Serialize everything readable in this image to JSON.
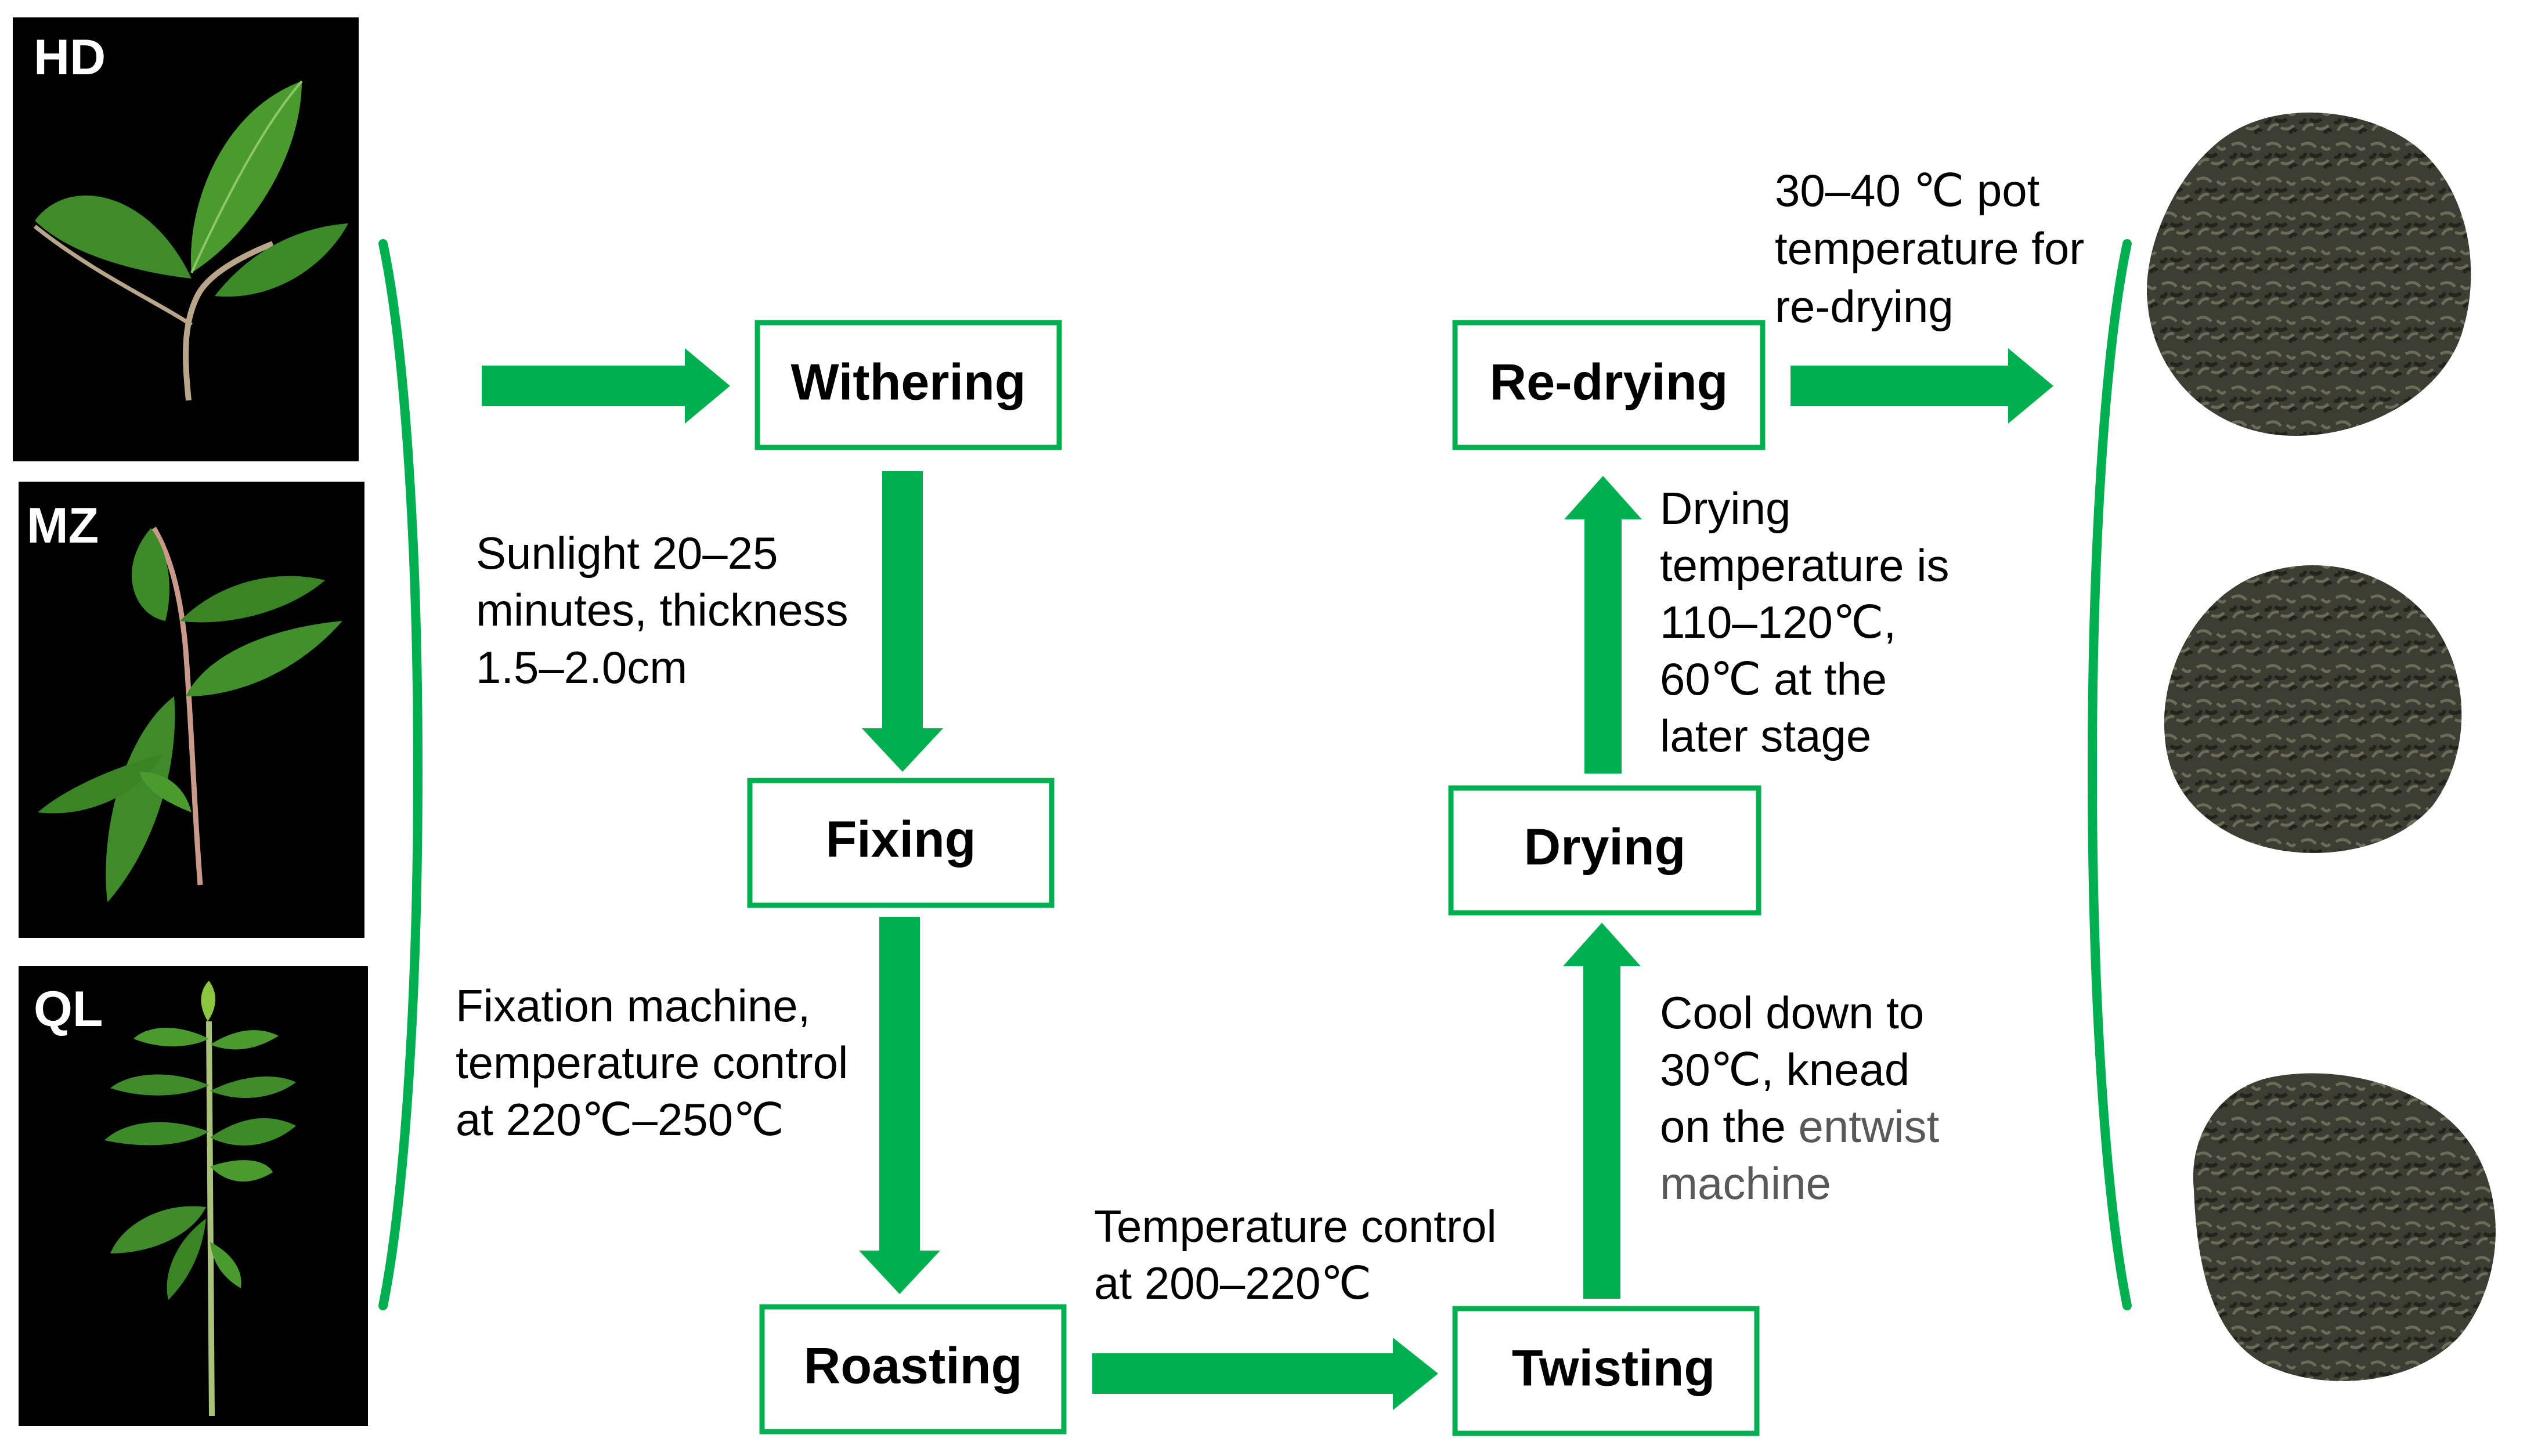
{
  "colors": {
    "accent": "#00b050",
    "photo_bg": "#000000",
    "leaf": "#3f8a2a",
    "tea": "#3a3a32"
  },
  "photos": [
    {
      "label": "HD"
    },
    {
      "label": "MZ"
    },
    {
      "label": "QL"
    }
  ],
  "steps": {
    "withering": "Withering",
    "fixing": "Fixing",
    "roasting": "Roasting",
    "twisting": "Twisting",
    "drying": "Drying",
    "redrying": "Re-drying"
  },
  "notes": {
    "withering_fixing": [
      "Sunlight 20–25",
      "minutes, thickness",
      "1.5–2.0cm"
    ],
    "fixing_roasting": [
      "Fixation machine,",
      "temperature control",
      "at 220℃–250℃"
    ],
    "roasting_twisting": [
      "Temperature control",
      "at 200–220℃"
    ],
    "twisting_drying": [
      "Cool down to",
      "30℃, knead",
      "on the ",
      "entwist",
      "machine"
    ],
    "drying_redrying": [
      "Drying",
      "temperature is",
      "110–120℃,",
      "60℃ at the",
      "later stage"
    ],
    "redrying_output": [
      "30–40 ℃ pot",
      "temperature for",
      "re-drying"
    ]
  }
}
